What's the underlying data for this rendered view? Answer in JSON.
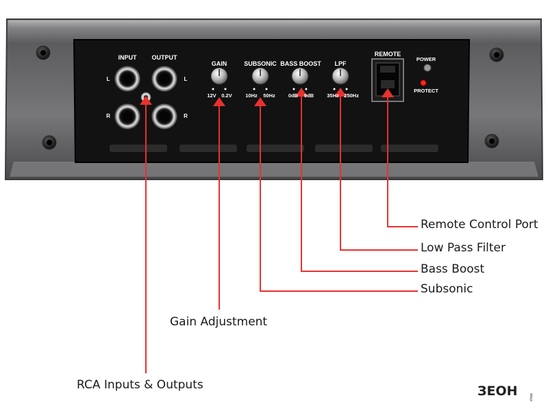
{
  "panel": {
    "input": "INPUT",
    "output": "OUTPUT",
    "l_left": "L",
    "r_left": "R",
    "l_right": "L",
    "r_right": "R",
    "gain": {
      "title": "GAIN",
      "min": "12V",
      "max": "0.2V"
    },
    "subsonic": {
      "title": "SUBSONIC",
      "min": "10Hz",
      "max": "50Hz"
    },
    "bass_boost": {
      "title": "BASS BOOST",
      "min": "0dB",
      "max": "9dB"
    },
    "lpf": {
      "title": "LPF",
      "min": "35Hz",
      "max": "250Hz"
    },
    "remote": "REMOTE",
    "power": "POWER",
    "protect": "PROTECT"
  },
  "callouts": {
    "remote_port": "Remote Control Port",
    "low_pass": "Low Pass Filter",
    "bass_boost": "Bass Boost",
    "subsonic": "Subsonic",
    "gain": "Gain Adjustment",
    "rca": "RCA Inputs & Outputs"
  },
  "brand": {
    "logo": "ЗЕОН",
    "tag": "shop"
  },
  "colors": {
    "callout_line": "#e8312f",
    "housing": "#6e6e70",
    "panel": "#141414",
    "led_power": "#9a9a9a",
    "led_protect": "#ff2a1a"
  }
}
